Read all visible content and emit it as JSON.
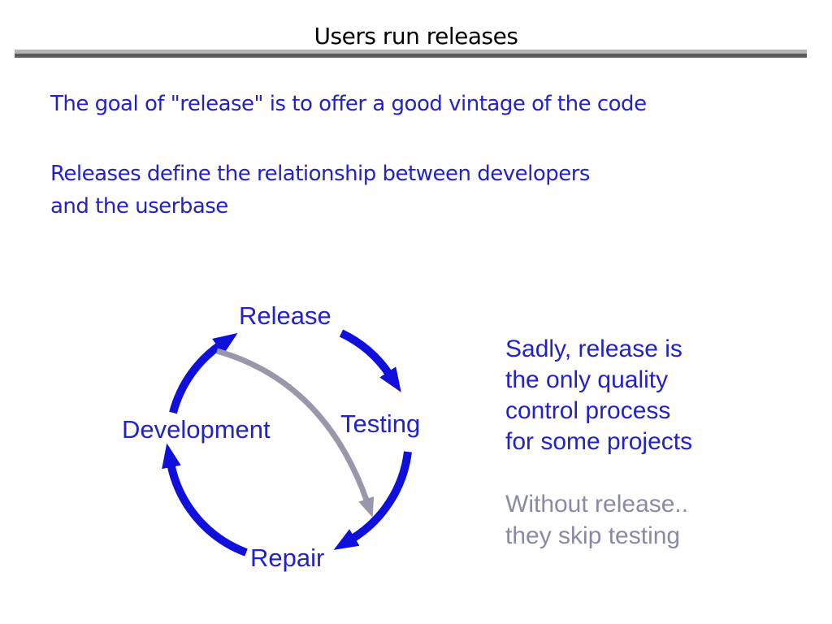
{
  "header": {
    "title": "Users run releases"
  },
  "body": {
    "para1": "The goal of \"release\" is to offer a good vintage of the code",
    "para2": "Releases define the relationship between developers\nand the userbase"
  },
  "diagram": {
    "type": "cycle",
    "nodes": {
      "release": {
        "label": "Release"
      },
      "testing": {
        "label": "Testing"
      },
      "repair": {
        "label": "Repair"
      },
      "development": {
        "label": "Development"
      }
    },
    "cycle_order": [
      "Release",
      "Testing",
      "Repair",
      "Development"
    ],
    "shortcut_arrow": {
      "from": "Release",
      "to": "Repair",
      "meaning": "skipping testing"
    },
    "colors": {
      "arc_blue": "#1010dd",
      "shortcut_gray": "#9898aa",
      "label_blue": "#2222cc"
    }
  },
  "side": {
    "note_blue": "Sadly, release is\nthe only quality\ncontrol process\nfor some projects",
    "note_gray": "Without release..\nthey skip testing"
  },
  "colors": {
    "title_text": "#000000",
    "body_text_blue": "#2222c8",
    "gray_note": "#8a8aa5",
    "divider_light": "#b3b3b3",
    "divider_dark": "#5c5c5c"
  }
}
